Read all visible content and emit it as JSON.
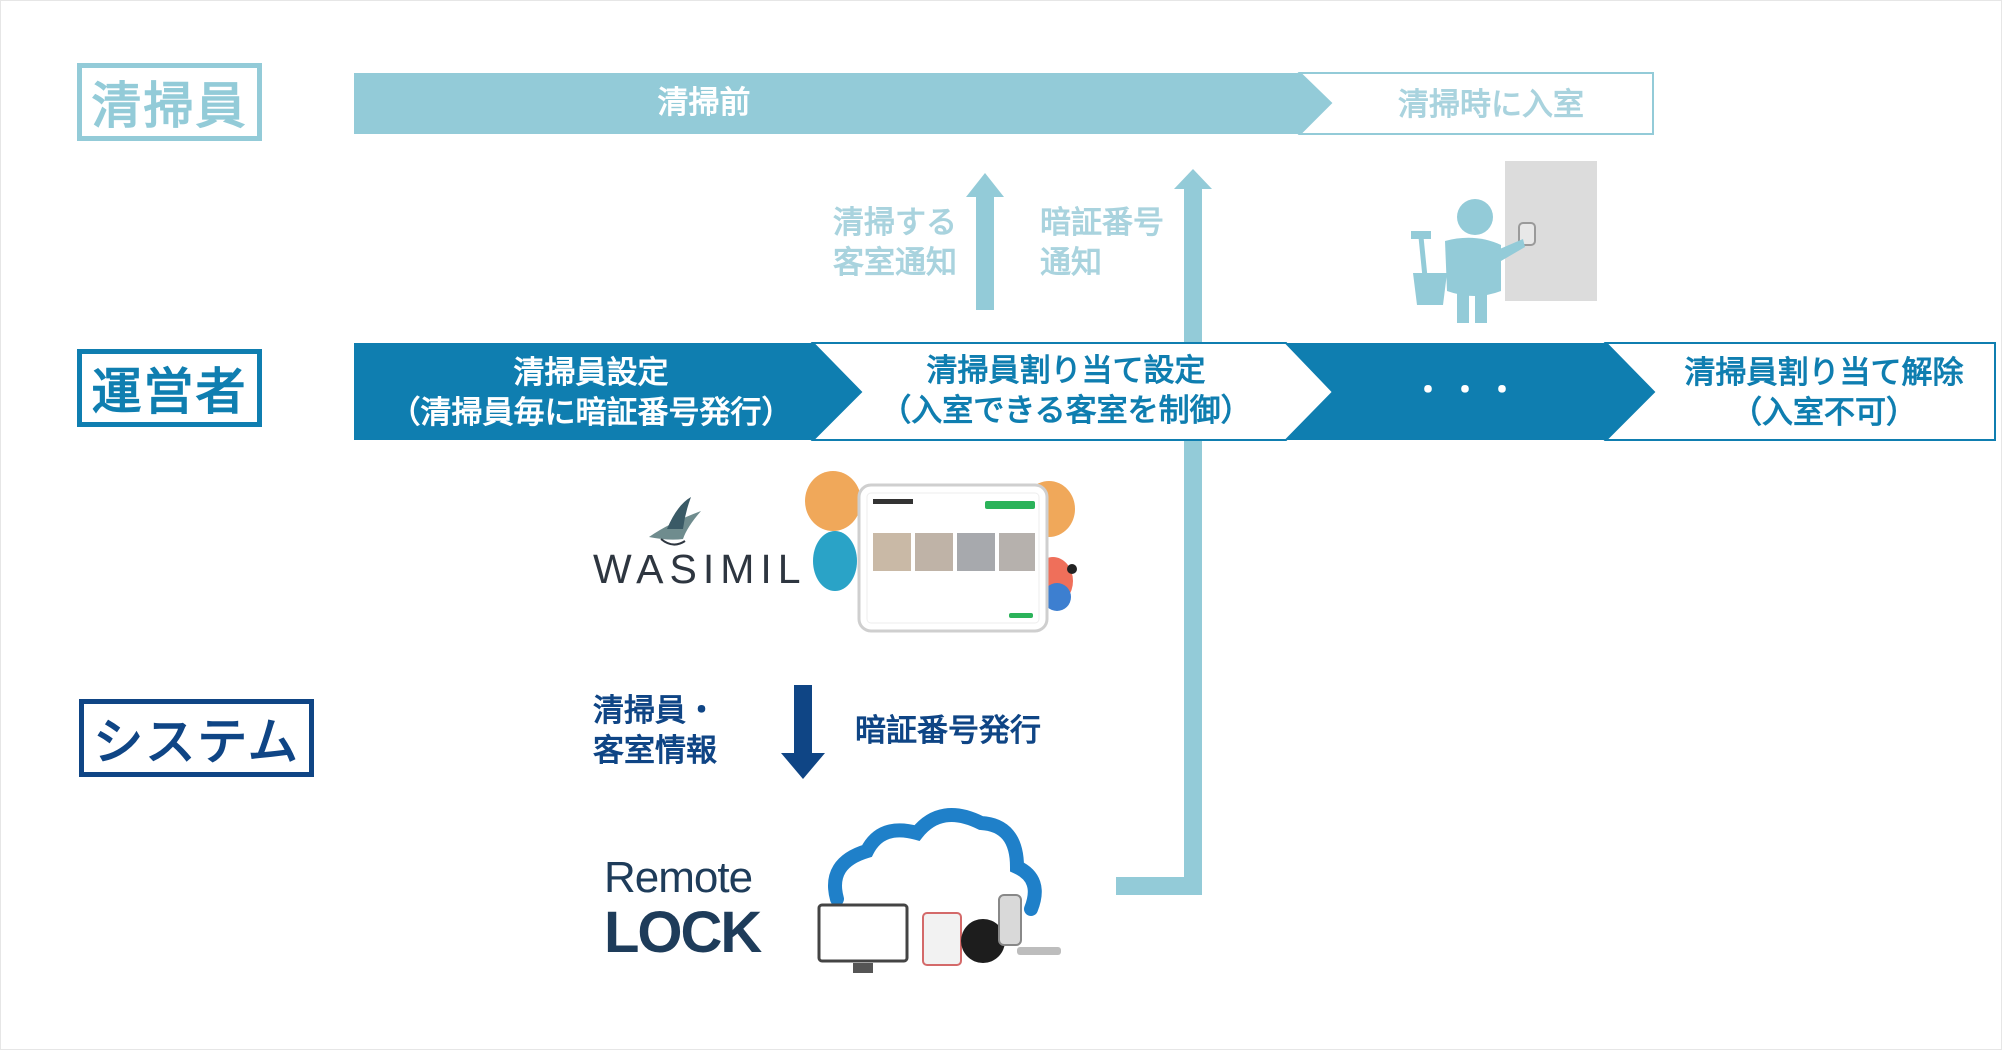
{
  "lanes": {
    "cleaner": "清掃員",
    "operator": "運営者",
    "system": "システム"
  },
  "cleaner_flow": {
    "before": "清掃前",
    "entry": "清掃時に入室"
  },
  "operator_flow": {
    "setup_line1": "清掃員設定",
    "setup_line2": "（清掃員毎に暗証番号発行）",
    "assign_line1": "清掃員割り当て設定",
    "assign_line2": "（入室できる客室を制御）",
    "ellipsis": "・・・",
    "release_line1": "清掃員割り当て解除",
    "release_line2": "（入室不可）"
  },
  "notices": {
    "room_notice_line1": "清掃する",
    "room_notice_line2": "客室通知",
    "pin_notice_line1": "暗証番号",
    "pin_notice_line2": "通知"
  },
  "system_flow": {
    "info_line1": "清掃員・",
    "info_line2": "客室情報",
    "pin_issue": "暗証番号発行"
  },
  "logos": {
    "wasimil": "WASIMIL",
    "remote": "Remote",
    "lock": "LOCK"
  },
  "colors": {
    "cleaner": "#93cbd8",
    "operator": "#0f7eb0",
    "system": "#0f4585",
    "cleaner_text_light": "#a9d3de"
  }
}
